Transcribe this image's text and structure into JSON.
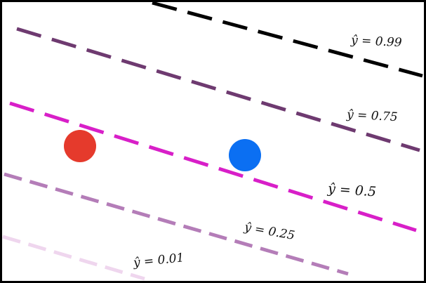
{
  "figure": {
    "contours": [
      {
        "id": "c099",
        "label": "ŷ = 0.99",
        "color": "#000000",
        "dash": "long"
      },
      {
        "id": "c075",
        "label": "ŷ = 0.75",
        "color": "#6e3a70",
        "dash": "long"
      },
      {
        "id": "c050",
        "label": "ŷ = 0.5",
        "color": "#d81fc8",
        "dash": "long"
      },
      {
        "id": "c025",
        "label": "ŷ = 0.25",
        "color": "#b47db8",
        "dash": "medium"
      },
      {
        "id": "c001",
        "label": "ŷ = 0.01",
        "color": "#efd6ee",
        "dash": "medium"
      }
    ],
    "points": [
      {
        "id": "red-point",
        "color": "#e53a2c"
      },
      {
        "id": "blue-point",
        "color": "#0b6ff2"
      }
    ]
  }
}
